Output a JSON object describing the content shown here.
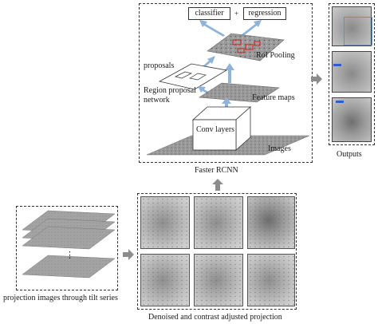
{
  "faster_rcnn": {
    "caption": "Faster RCNN",
    "classifier": "classifier",
    "plus": "+",
    "regression": "regression",
    "roi_pooling": "RoI Pooling",
    "proposals": "proposals",
    "rpn_line1": "Region proposal",
    "rpn_line2": "network",
    "feature_maps": "Feature maps",
    "conv_layers": "Conv layers",
    "images": "Images"
  },
  "outputs": {
    "caption": "Outputs"
  },
  "projection": {
    "caption": "projection images through tilt series",
    "dots": "⋮"
  },
  "denoised": {
    "caption": "Denoised and contrast adjusted projection"
  },
  "colors": {
    "arrow_blue": "#8fb4d9",
    "gray_arrow": "#8c8c8c",
    "red_marks": "#d02020",
    "accent_blue": "#2a5fd0"
  }
}
